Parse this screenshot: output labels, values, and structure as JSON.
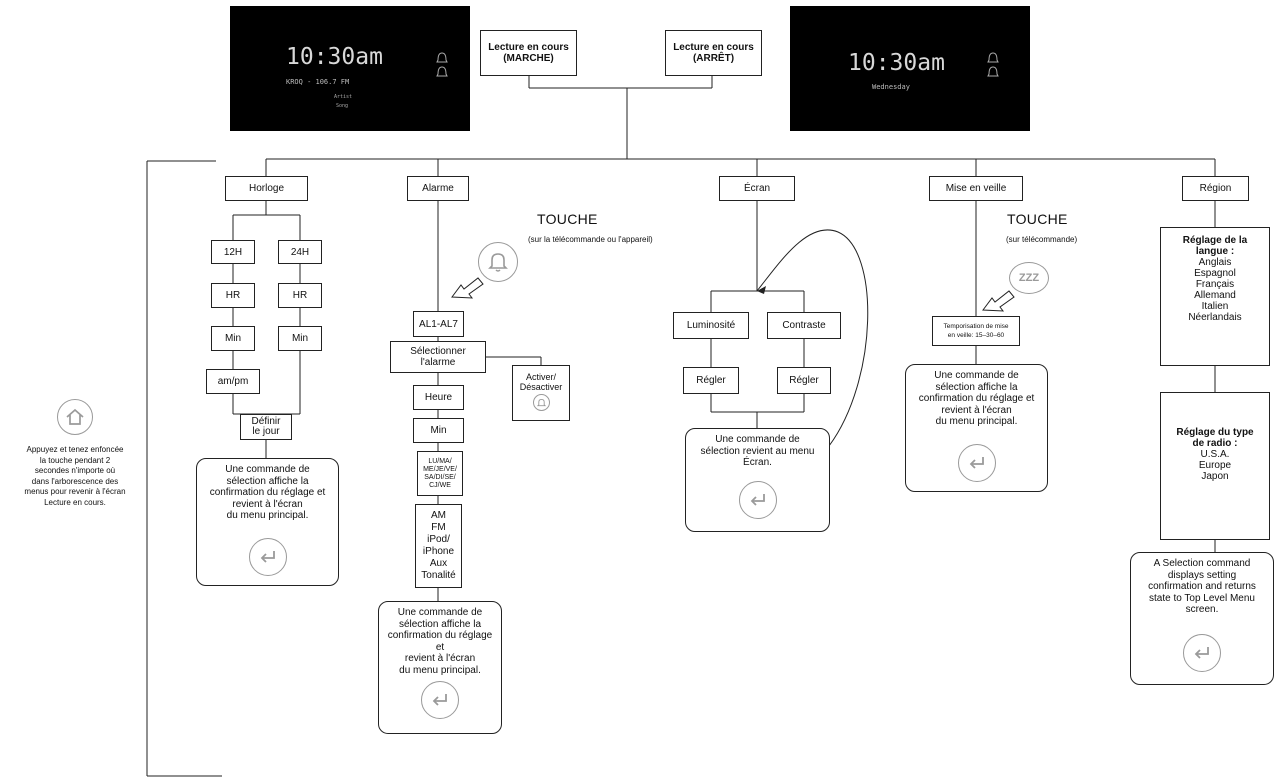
{
  "displays": {
    "on": {
      "time": "10:30am",
      "station": "KROQ - 106.7 FM",
      "artist": "Artist",
      "song": "Song"
    },
    "off": {
      "time": "10:30am",
      "day": "Wednesday"
    }
  },
  "top": {
    "on_line1": "Lecture en cours",
    "on_line2": "(MARCHE)",
    "off_line1": "Lecture en cours",
    "off_line2": "(ARRÊT)"
  },
  "home_note": {
    "lines": [
      "Appuyez et tenez enfoncée",
      "la touche pendant 2",
      "secondes n'importe où",
      "dans l'arborescence des",
      "menus pour revenir à l'écran",
      "Lecture en cours."
    ]
  },
  "horloge": {
    "title": "Horloge",
    "h12": "12H",
    "h24": "24H",
    "hr": "HR",
    "min": "Min",
    "ampm": "am/pm",
    "day_line1": "Définir",
    "day_line2": "le jour",
    "confirm": [
      "Une commande de",
      "sélection affiche la",
      "confirmation du réglage et",
      "revient à l'écran",
      "du menu principal."
    ]
  },
  "alarme": {
    "title": "Alarme",
    "touche": "TOUCHE",
    "touche_sub": "(sur la télécommande ou l'appareil)",
    "al": "AL1-AL7",
    "select_line1": "Sélectionner",
    "select_line2": "l'alarme",
    "toggle_line1": "Activer/",
    "toggle_line2": "Désactiver",
    "heure": "Heure",
    "min": "Min",
    "days": [
      "LU/MA/",
      "ME/JE/VE/",
      "SA/DI/SE/",
      "CJ/WE"
    ],
    "sources": [
      "AM",
      "FM",
      "iPod/",
      "iPhone",
      "Aux",
      "Tonalité"
    ],
    "confirm": [
      "Une commande de",
      "sélection affiche la",
      "confirmation du réglage et",
      "revient à l'écran",
      "du menu principal."
    ]
  },
  "ecran": {
    "title": "Écran",
    "lum": "Luminosité",
    "con": "Contraste",
    "regler": "Régler",
    "confirm": [
      "Une commande de",
      "sélection revient au menu",
      "Écran."
    ]
  },
  "veille": {
    "title": "Mise en veille",
    "touche": "TOUCHE",
    "touche_sub": "(sur télécommande)",
    "zzz": "ZZZ",
    "tempo_line1": "Temporisation de mise",
    "tempo_line2": "en veille: 15–30–60",
    "confirm": [
      "Une commande de",
      "sélection affiche la",
      "confirmation du réglage et",
      "revient à l'écran",
      "du menu principal."
    ]
  },
  "region": {
    "title": "Région",
    "lang_title1": "Réglage de la",
    "lang_title2": "langue :",
    "langs": [
      "Anglais",
      "Espagnol",
      "Français",
      "Allemand",
      "Italien",
      "Néerlandais"
    ],
    "radio_title1": "Réglage du type",
    "radio_title2": "de radio :",
    "radios": [
      "U.S.A.",
      "Europe",
      "Japon"
    ],
    "confirm": [
      "A Selection command",
      "displays setting",
      "confirmation and returns",
      "state to Top Level Menu",
      "screen."
    ]
  },
  "colors": {
    "line": "#222222",
    "icon": "#9a9a9a",
    "display_bg": "#000000"
  },
  "icons": [
    "alarm-bell-icon",
    "alarm-bell-small-icon",
    "home-icon",
    "return-arrow-icon",
    "sleep-zzz-icon",
    "arrow-pointer-icon"
  ]
}
